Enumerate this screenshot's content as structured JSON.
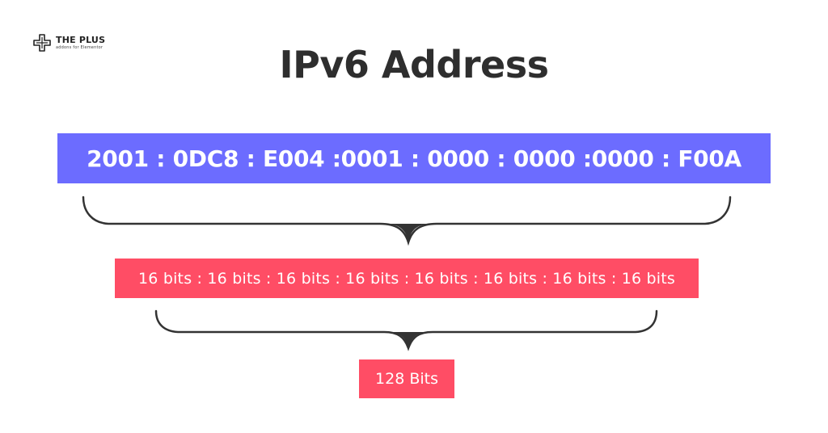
{
  "brand": {
    "name": "THE PLUS",
    "tagline": "addons for Elementor",
    "icon": "plus-knot-logo-icon"
  },
  "title": "IPv6 Address",
  "address": {
    "groups": [
      "2001",
      "0DC8",
      "E004",
      "0001",
      "0000",
      "0000",
      "0000",
      "F00A"
    ],
    "text": "2001 : 0DC8 : E004 :0001 : 0000 : 0000 :0000 : F00A",
    "color": "#6c6cff"
  },
  "segments": {
    "label": "16 bits",
    "count": 8,
    "text": "16 bits : 16 bits : 16 bits : 16 bits : 16 bits : 16 bits : 16 bits : 16 bits",
    "color": "#ff4d65"
  },
  "total": {
    "text": "128 Bits",
    "color": "#ff4d65"
  },
  "colors": {
    "title": "#2e2e2e",
    "brace": "#333333",
    "background": "#ffffff"
  }
}
